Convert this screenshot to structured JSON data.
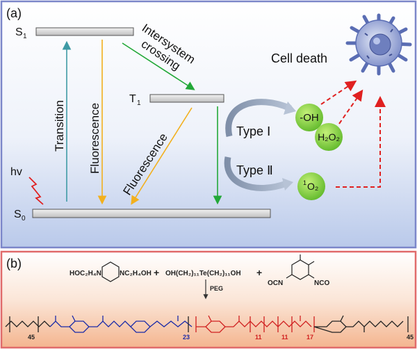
{
  "panel_a": {
    "label": "(a)",
    "levels": {
      "s1": "S",
      "s1_sub": "1",
      "t1": "T",
      "t1_sub": "1",
      "s0": "S",
      "s0_sub": "0"
    },
    "arrows": {
      "intersystem_line1": "Intersystem",
      "intersystem_line2": "crossing",
      "transition": "Transition",
      "fluorescence_1": "Fluorescence",
      "fluorescence_2": "Fluorescence"
    },
    "hv": "hv",
    "cell_death": "Cell death",
    "type1": "Type Ⅰ",
    "type2": "Type Ⅱ",
    "species": {
      "oh": "-OH",
      "h2o2": "H₂O₂",
      "singlet_o2_sup": "1",
      "singlet_o2": "O₂"
    }
  },
  "panel_b": {
    "label": "(b)",
    "reagent_1": "HOC₂H₄N",
    "reagent_1b": "NC₂H₄OH",
    "plus_1": "+",
    "reagent_2": "OH(CH₂)₁₁Te(CH₂)₁₁OH",
    "plus_2": "+",
    "reagent_3a": "OCN",
    "reagent_3b": "NCO",
    "peg": "PEG",
    "polymer": {
      "n45": "45",
      "n23": "23",
      "n11a": "11",
      "n11b": "11",
      "n17": "17",
      "n45b": "45"
    }
  },
  "colors": {
    "panel_a_border": "#7b86c9",
    "panel_b_border": "#e06a6a",
    "green_arrow": "#22a838",
    "teal_arrow": "#3e9aa5",
    "orange_arrow": "#f2b01e",
    "red_dash": "#e02020",
    "ros_green": "#7dcc3a",
    "polymer_red": "#d02020",
    "polymer_blue": "#1a2aa8"
  }
}
